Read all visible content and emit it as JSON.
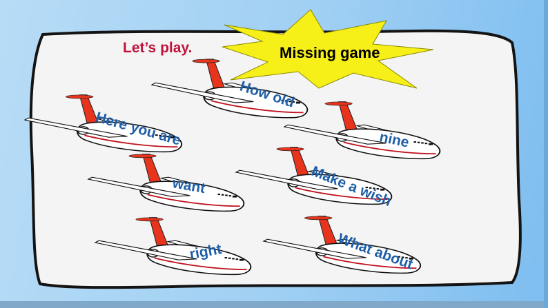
{
  "slide": {
    "heading": "Let’s play.",
    "game_title": "Missing game"
  },
  "colors": {
    "background": "#9fcff3",
    "card": "#f4f4f4",
    "heading": "#c0143c",
    "burst": "#f7ef18",
    "word": "#1f5fa8",
    "tail": "#e8341c",
    "stripe": "#c0141e"
  },
  "planes": [
    {
      "id": "how-old",
      "word": "How old"
    },
    {
      "id": "nine",
      "word": "nine"
    },
    {
      "id": "here-you-are",
      "word": "Here you are"
    },
    {
      "id": "want",
      "word": "want"
    },
    {
      "id": "make-a-wish",
      "word": "Make a wish"
    },
    {
      "id": "right",
      "word": "right"
    },
    {
      "id": "what-about",
      "word": "What about"
    }
  ]
}
